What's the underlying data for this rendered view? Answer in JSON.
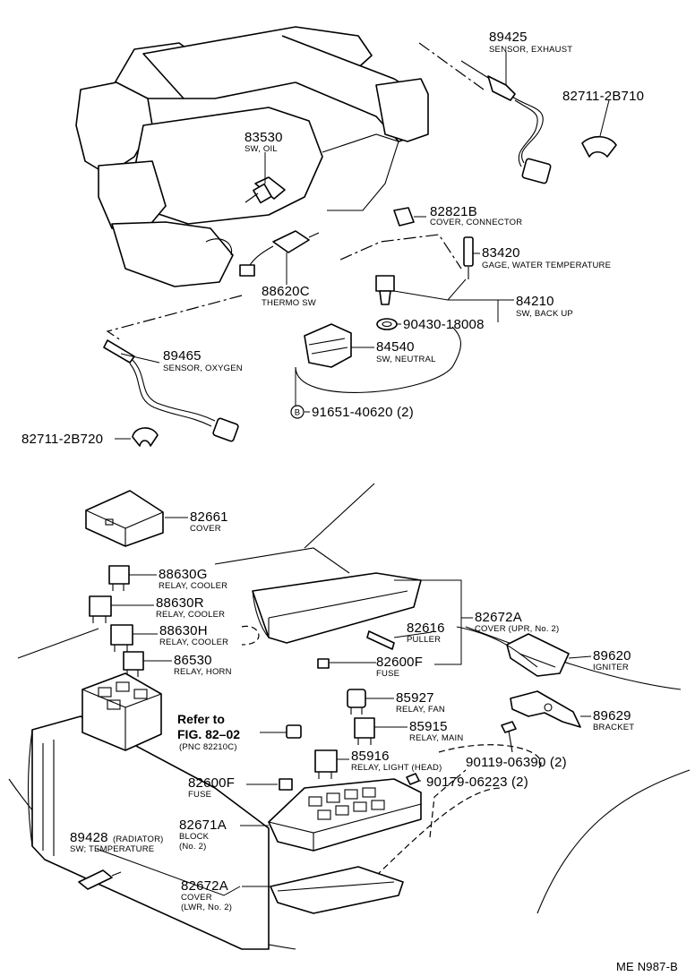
{
  "callouts": {
    "c89425": {
      "part": "89425",
      "desc": "SENSOR, EXHAUST"
    },
    "c82711_b710": {
      "part": "82711-2B710",
      "desc": ""
    },
    "c83530": {
      "part": "83530",
      "desc": "SW, OIL"
    },
    "c82821b": {
      "part": "82821B",
      "desc": "COVER, CONNECTOR"
    },
    "c83420": {
      "part": "83420",
      "desc": "GAGE, WATER TEMPERATURE"
    },
    "c88620c": {
      "part": "88620C",
      "desc": "THERMO SW"
    },
    "c84210": {
      "part": "84210",
      "desc": "SW, BACK UP"
    },
    "c90430": {
      "part": "90430-18008",
      "desc": ""
    },
    "c84540": {
      "part": "84540",
      "desc": "SW, NEUTRAL"
    },
    "c89465": {
      "part": "89465",
      "desc": "SENSOR, OXYGEN"
    },
    "c91651": {
      "part": "91651-40620 (2)",
      "desc": "",
      "marker": "B"
    },
    "c82711_b720": {
      "part": "82711-2B720",
      "desc": ""
    },
    "c82661": {
      "part": "82661",
      "desc": "COVER"
    },
    "c88630g": {
      "part": "88630G",
      "desc": "RELAY, COOLER"
    },
    "c88630r": {
      "part": "88630R",
      "desc": "RELAY, COOLER"
    },
    "c88630h": {
      "part": "88630H",
      "desc": "RELAY, COOLER"
    },
    "c86530": {
      "part": "86530",
      "desc": "RELAY, HORN"
    },
    "c82616": {
      "part": "82616",
      "desc": "PULLER"
    },
    "c82672a_upr": {
      "part": "82672A",
      "desc": "COVER (UPR, No. 2)"
    },
    "c82600f_top": {
      "part": "82600F",
      "desc": "FUSE"
    },
    "c89620": {
      "part": "89620",
      "desc": "IGNITER"
    },
    "c85927": {
      "part": "85927",
      "desc": "RELAY, FAN"
    },
    "c89629": {
      "part": "89629",
      "desc": "BRACKET"
    },
    "c85915": {
      "part": "85915",
      "desc": "RELAY, MAIN"
    },
    "c85916": {
      "part": "85916",
      "desc": "RELAY, LIGHT (HEAD)"
    },
    "c90119": {
      "part": "90119-06390 (2)",
      "desc": ""
    },
    "c90179": {
      "part": "90179-06223 (2)",
      "desc": ""
    },
    "c82600f_bot": {
      "part": "82600F",
      "desc": "FUSE"
    },
    "c82671a": {
      "part": "82671A",
      "desc": "BLOCK",
      "desc2": "(No. 2)"
    },
    "c89428": {
      "part": "89428",
      "suffix": "(RADIATOR)",
      "desc": "SW; TEMPERATURE"
    },
    "c82672a_lwr": {
      "part": "82672A",
      "desc": "COVER",
      "desc2": "(LWR, No. 2)"
    }
  },
  "reference": {
    "line1": "Refer to",
    "line2": "FIG. 82–02",
    "line3": "(PNC 82210C)"
  },
  "figure_id": "ME N987-B"
}
